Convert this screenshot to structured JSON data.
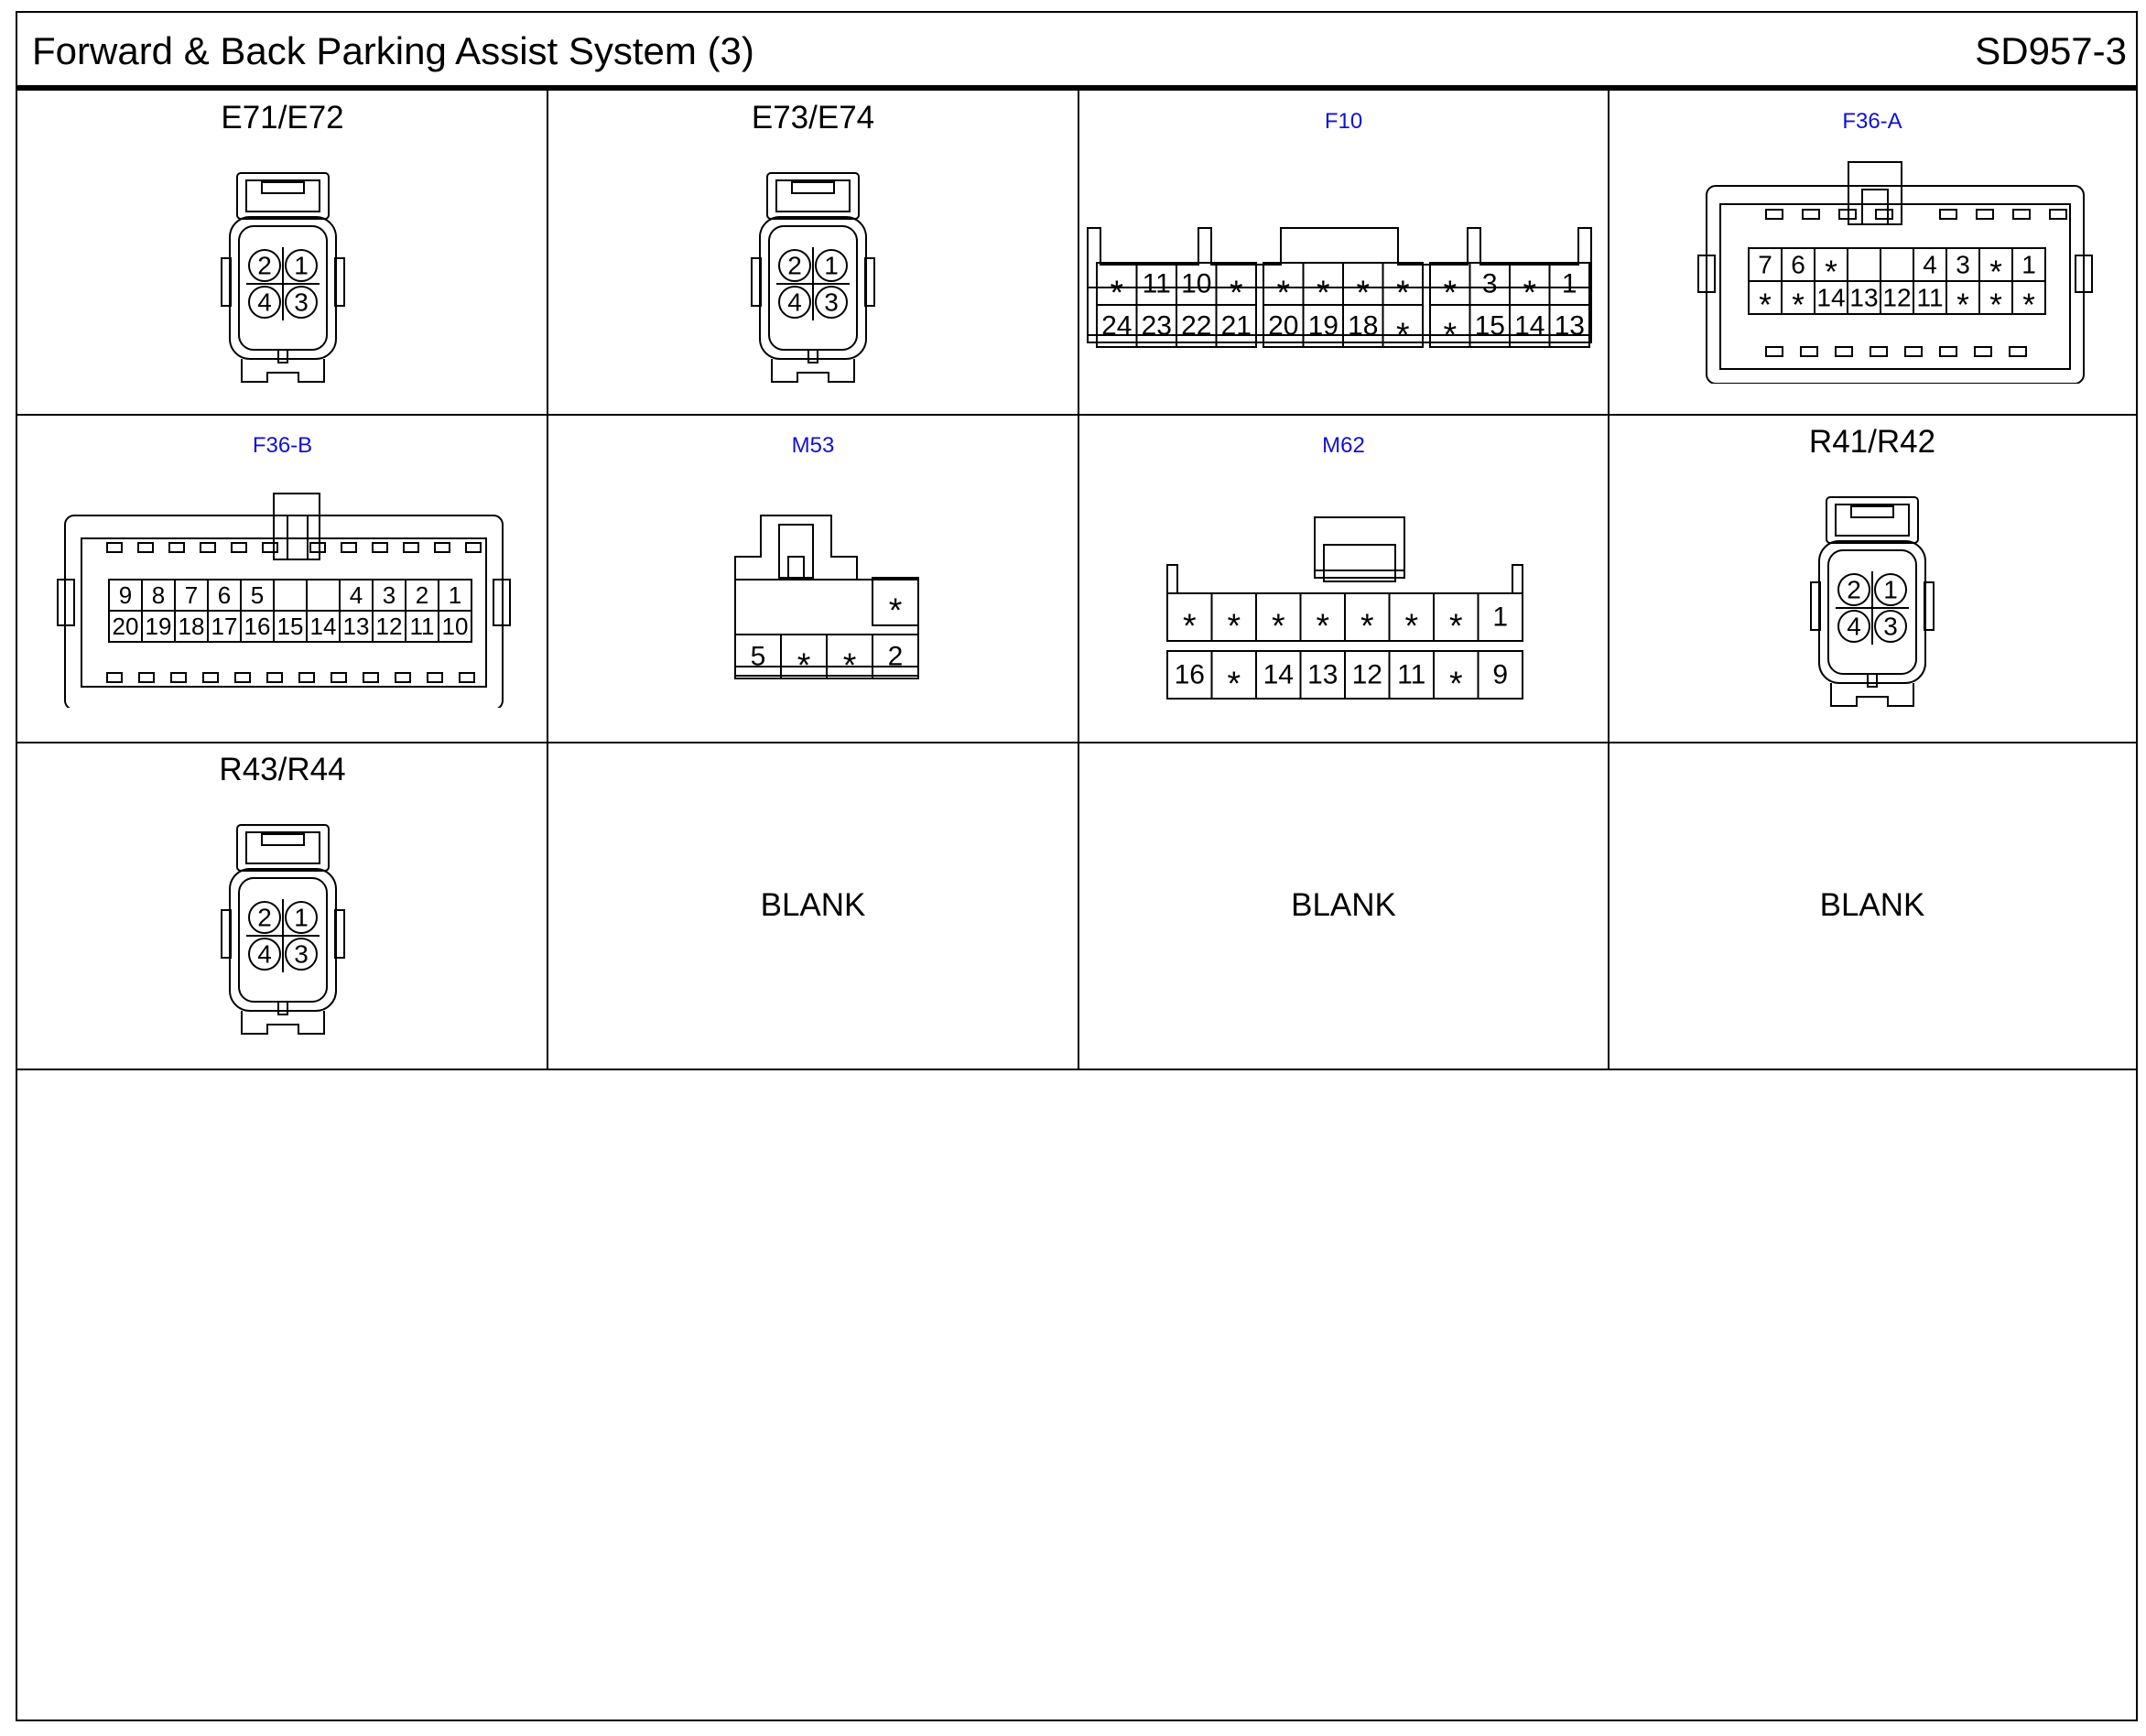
{
  "header": {
    "title": "Forward & Back Parking Assist System (3)",
    "code": "SD957-3"
  },
  "connectors": {
    "e71": {
      "label": "E71/E72",
      "pins": [
        "2",
        "1",
        "4",
        "3"
      ]
    },
    "e73": {
      "label": "E73/E74",
      "pins": [
        "2",
        "1",
        "4",
        "3"
      ]
    },
    "f10": {
      "label": "F10",
      "row1": [
        "*",
        "11",
        "10",
        "*",
        "*",
        "*",
        "*",
        "*",
        "*",
        "3",
        "*",
        "1"
      ],
      "row2": [
        "24",
        "23",
        "22",
        "21",
        "20",
        "19",
        "18",
        "*",
        "*",
        "15",
        "14",
        "13"
      ]
    },
    "f36a": {
      "label": "F36-A",
      "row1": [
        "7",
        "6",
        "*",
        "",
        "",
        "4",
        "3",
        "*",
        "1"
      ],
      "row2": [
        "*",
        "*",
        "14",
        "13",
        "12",
        "11",
        "*",
        "*",
        "*"
      ]
    },
    "f36b": {
      "label": "F36-B",
      "row1": [
        "9",
        "8",
        "7",
        "6",
        "5",
        "",
        "",
        "4",
        "3",
        "2",
        "1"
      ],
      "row2": [
        "20",
        "19",
        "18",
        "17",
        "16",
        "15",
        "14",
        "13",
        "12",
        "11",
        "10"
      ]
    },
    "m53": {
      "label": "M53",
      "row1": [
        "*"
      ],
      "row2": [
        "5",
        "*",
        "*",
        "2"
      ]
    },
    "m62": {
      "label": "M62",
      "row1": [
        "*",
        "*",
        "*",
        "*",
        "*",
        "*",
        "*",
        "1"
      ],
      "row2": [
        "16",
        "*",
        "14",
        "13",
        "12",
        "11",
        "*",
        "9"
      ]
    },
    "r41": {
      "label": "R41/R42",
      "pins": [
        "2",
        "1",
        "4",
        "3"
      ]
    },
    "r43": {
      "label": "R43/R44",
      "pins": [
        "2",
        "1",
        "4",
        "3"
      ]
    }
  },
  "blanks": [
    "BLANK",
    "BLANK",
    "BLANK"
  ]
}
